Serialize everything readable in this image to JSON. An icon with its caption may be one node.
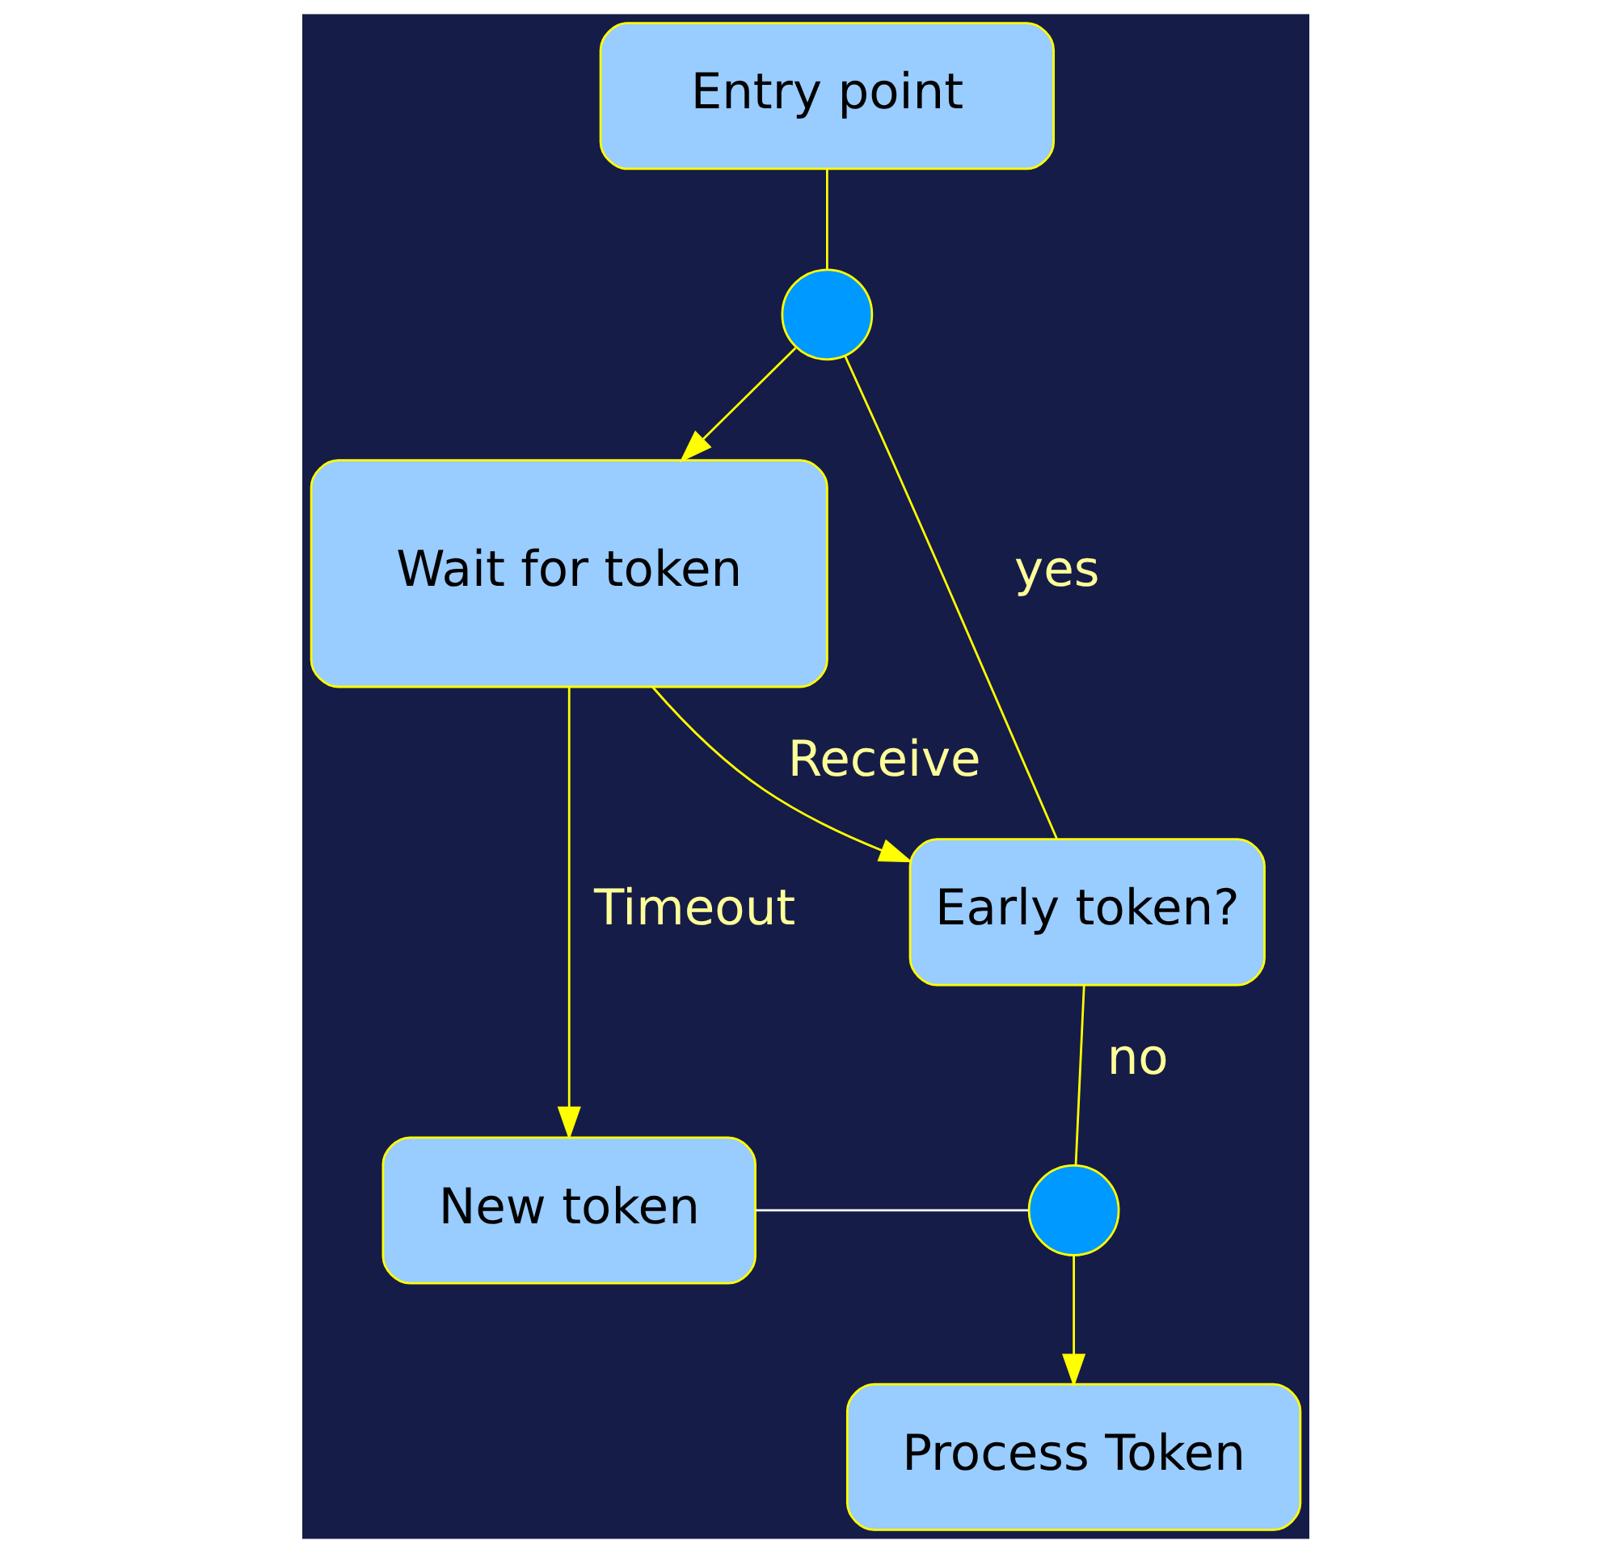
{
  "diagram": {
    "nodes": [
      {
        "text": [
          "Entry point"
        ]
      },
      {
        "text": [],
        "shape": "circle"
      },
      {
        "text": [
          "Wait for token"
        ]
      },
      {
        "text": [
          "Early token?"
        ]
      },
      {
        "text": [
          "New token"
        ]
      },
      {
        "text": [],
        "shape": "circle"
      },
      {
        "text": [
          "Process Token"
        ]
      }
    ],
    "edges": [
      {
        "from": 0,
        "to": 1,
        "arrow": "none"
      },
      {
        "from": 1,
        "to": 2,
        "arrow": "to"
      },
      {
        "from": 2,
        "to": 3,
        "arrow": "to",
        "label": "Receive"
      },
      {
        "from": 3,
        "to": 1,
        "arrow": "none",
        "label": "yes"
      },
      {
        "from": 2,
        "to": 4,
        "arrow": "to",
        "label": "Timeout"
      },
      {
        "from": 3,
        "to": 5,
        "arrow": "none",
        "label": "no"
      },
      {
        "from": 4,
        "to": 5,
        "arrow": "none",
        "color": "#ffffff"
      },
      {
        "from": 5,
        "to": 6,
        "arrow": "to"
      }
    ]
  }
}
